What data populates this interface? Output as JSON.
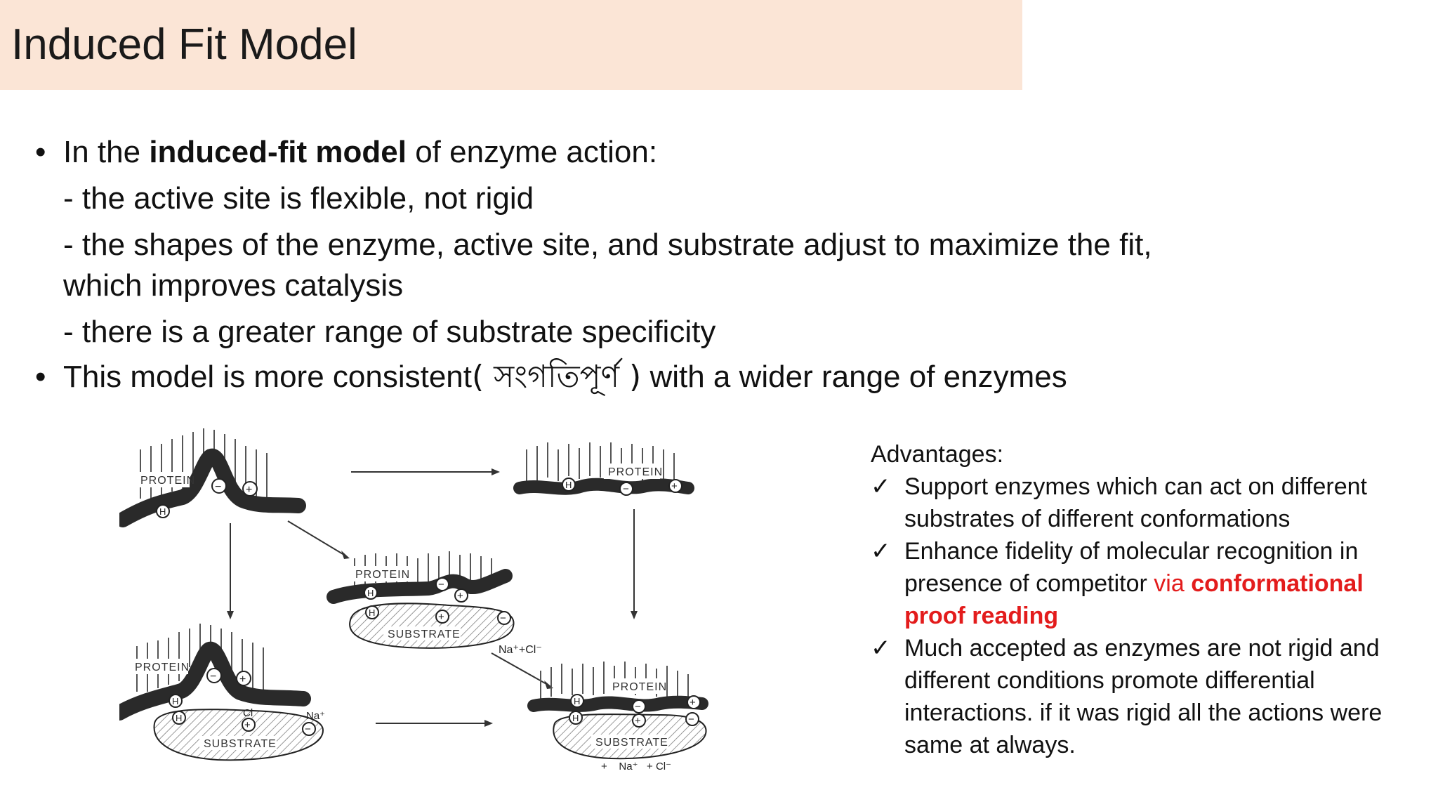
{
  "title": "Induced Fit Model",
  "bullets": {
    "b1_pre": "In the ",
    "b1_bold": "induced-fit model",
    "b1_post": " of enzyme action:",
    "sub1": "- the active site is flexible, not rigid",
    "sub2a": "- the shapes of the enzyme, active site, and substrate adjust to maximize the fit,",
    "sub2b": "which improves catalysis",
    "sub3": "- there is a greater range of substrate specificity",
    "b2_pre": "This model is more consistent",
    "b2_paren": "( সংগতিপূর্ণ )",
    "b2_post": " with a wider range of enzymes"
  },
  "advantages": {
    "title": "Advantages:",
    "item1": "Support enzymes which can act on different substrates of different conformations",
    "item2_pre": "Enhance fidelity of molecular recognition in presence of competitor ",
    "item2_via": "via ",
    "item2_bold": "conformational proof reading",
    "item3": "Much accepted as enzymes are not rigid and different conditions promote differential interactions. if it was rigid all the actions were same at always."
  },
  "diagram": {
    "protein": "PROTEIN",
    "substrate": "SUBSTRATE",
    "ion_pair": "Na⁺+Cl⁻",
    "na": "Na⁺",
    "cl": "Cl⁻",
    "bottom_ions": "+    Na⁺   + Cl⁻",
    "h": "H"
  }
}
